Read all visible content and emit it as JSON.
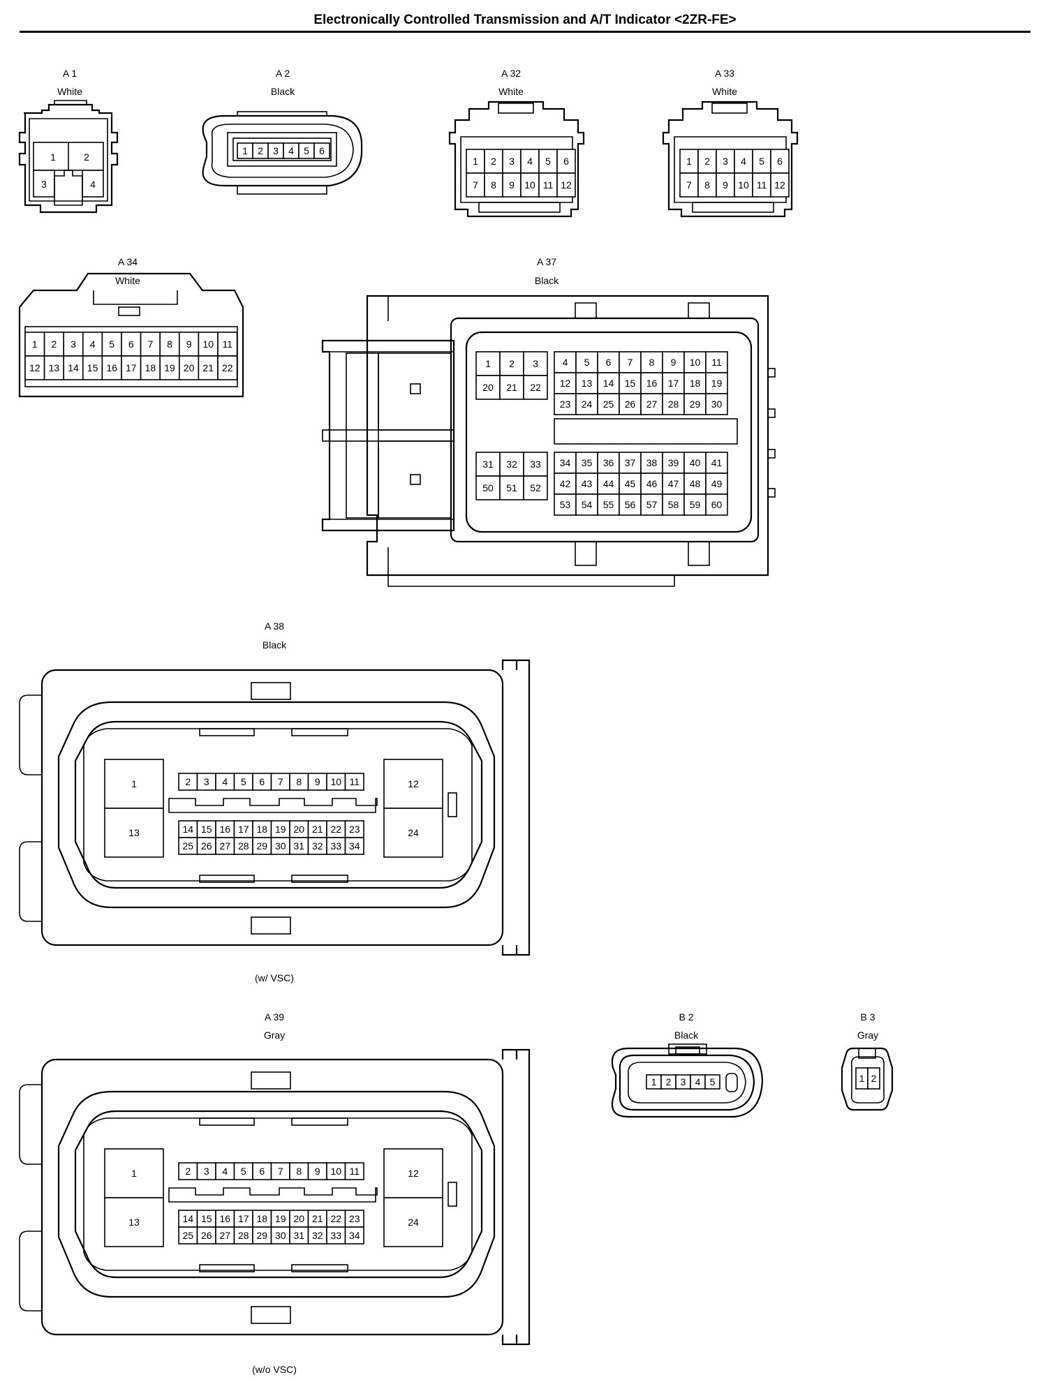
{
  "header": {
    "title": "Electronically Controlled Transmission and A/T Indicator <2ZR-FE>"
  },
  "connectors": {
    "a1": {
      "id": "A 1",
      "color": "White",
      "pins": [
        "1",
        "2",
        "3",
        "4"
      ]
    },
    "a2": {
      "id": "A 2",
      "color": "Black",
      "pins": [
        "1",
        "2",
        "3",
        "4",
        "5",
        "6"
      ]
    },
    "a32": {
      "id": "A 32",
      "color": "White",
      "pins": [
        "1",
        "2",
        "3",
        "4",
        "5",
        "6",
        "7",
        "8",
        "9",
        "10",
        "11",
        "12"
      ]
    },
    "a33": {
      "id": "A 33",
      "color": "White",
      "pins": [
        "1",
        "2",
        "3",
        "4",
        "5",
        "6",
        "7",
        "8",
        "9",
        "10",
        "11",
        "12"
      ]
    },
    "a34": {
      "id": "A 34",
      "color": "White",
      "pins": [
        "1",
        "2",
        "3",
        "4",
        "5",
        "6",
        "7",
        "8",
        "9",
        "10",
        "11",
        "12",
        "13",
        "14",
        "15",
        "16",
        "17",
        "18",
        "19",
        "20",
        "21",
        "22"
      ]
    },
    "a37": {
      "id": "A 37",
      "color": "Black"
    },
    "a38": {
      "id": "A 38",
      "color": "Black",
      "note": "(w/ VSC)"
    },
    "a39": {
      "id": "A 39",
      "color": "Gray",
      "note": "(w/o VSC)"
    },
    "b2": {
      "id": "B 2",
      "color": "Black",
      "pins": [
        "1",
        "2",
        "3",
        "4",
        "5"
      ]
    },
    "b3": {
      "id": "B 3",
      "color": "Gray",
      "pins": [
        "1",
        "2"
      ]
    }
  }
}
